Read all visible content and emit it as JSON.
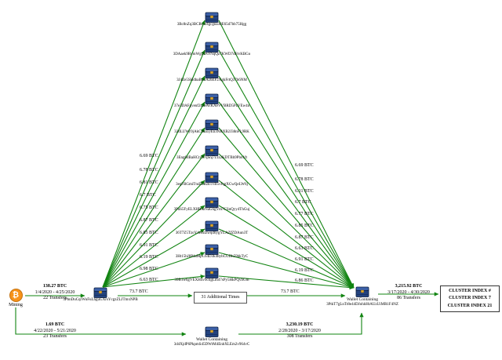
{
  "diagram": {
    "mining": {
      "label": "Mining",
      "icon_glyph": "₿"
    },
    "left_node": {
      "address": "3PbnDuCqrWuFuLhguGXrsYcgzZLJTmxNPB"
    },
    "right_node": {
      "title": "Wallet Containing",
      "address": "3PtkT7gLnTr8e44DJohhHtAUzUiMR1F4NZ"
    },
    "bottom_node": {
      "title": "Wallet Containing",
      "address": "3d4XjdP6PkpmS45DWtM4EnbXLEm2v964vC"
    },
    "additional_times_label": "31 Additional Times",
    "cluster_box": {
      "line1": "CLUSTER INDEX #",
      "line2": "CLUSTER INDEX 7",
      "line3": "CLUSTER INDEX 21"
    },
    "chain_nodes": [
      {
        "address": "3Bc8nZq3BCRcxr4gcgna38E65d7bb75Hgg"
      },
      {
        "address": "3DAaek9RvmWg2DvFNqQz7KWD7dFtvKBGo"
      },
      {
        "address": "3J4Ze5SHdbaBtsJAz6EF2XgkFrtQ37h6NM"
      },
      {
        "address": "37e3DAFgvenf2n2eAvKAeVVBRD5PzVEw4n"
      },
      {
        "address": "32dLUWy9jAkC8ua5yEn3NBXB2J38nFL9RK"
      },
      {
        "address": "3Eng6dBaHCty97qSnj7z1z2KDTBh9Pbn1ft"
      },
      {
        "address": "3eqFBGmiTtuEERztccvB5vfqgXCwQeLW6j"
      },
      {
        "address": "3PaS5FyELXHBhzNaG6gVm7CSnQyy4ThGuj"
      },
      {
        "address": "36T7Z5TzoY4e8ztzwqd6ygYLAZfZDAun3T"
      },
      {
        "address": "3Ht15hJ8P4aMpC64D3k48ybCGDh59hkTyC"
      },
      {
        "address": "39B1w6gVEXH4v9cttgLm47sPy5HkPQvbGm"
      }
    ],
    "left_amounts": [
      "6.69 BTC",
      "6.78 BTC",
      "6.81 BTC",
      "6.7 BTC",
      "6.75 BTC",
      "6.87 BTC",
      "6.85 BTC",
      "6.91 BTC",
      "6.19 BTC",
      "6.98 BTC",
      "6.63 BTC"
    ],
    "right_amounts": [
      "6.69 BTC",
      "6.78 BTC",
      "6.31 BTC",
      "6.7 BTC",
      "6.77 BTC",
      "6.85 BTC",
      "6.87 BTC",
      "6.63 BTC",
      "6.91 BTC",
      "6.19 BTC",
      "6.86 BTC"
    ],
    "flows": {
      "mining_to_left": {
        "amount": "138.27 BTC",
        "dates": "1/4/2020 - 4/25/2020",
        "transfers": "22 Transfers"
      },
      "left_to_box": {
        "amount": "73.7 BTC"
      },
      "box_to_right": {
        "amount": "73.7 BTC"
      },
      "right_to_cluster": {
        "amount": "3,215.92 BTC",
        "dates": "3/17/2020 - 4/30/2020",
        "transfers": "86 Transfers"
      },
      "mining_to_bottom": {
        "amount": "1.69 BTC",
        "dates": "4/22/2020 - 5/21/2020",
        "transfers": "23 Transfers"
      },
      "bottom_to_right": {
        "amount": "3,230.19 BTC",
        "dates": "2/28/2020 - 3/17/2020",
        "transfers": "308 Transfers"
      }
    },
    "colors": {
      "arrow_green": "#128412",
      "bitcoin_orange": "#f7931a",
      "wallet_blue": "#2e4d8f"
    }
  }
}
